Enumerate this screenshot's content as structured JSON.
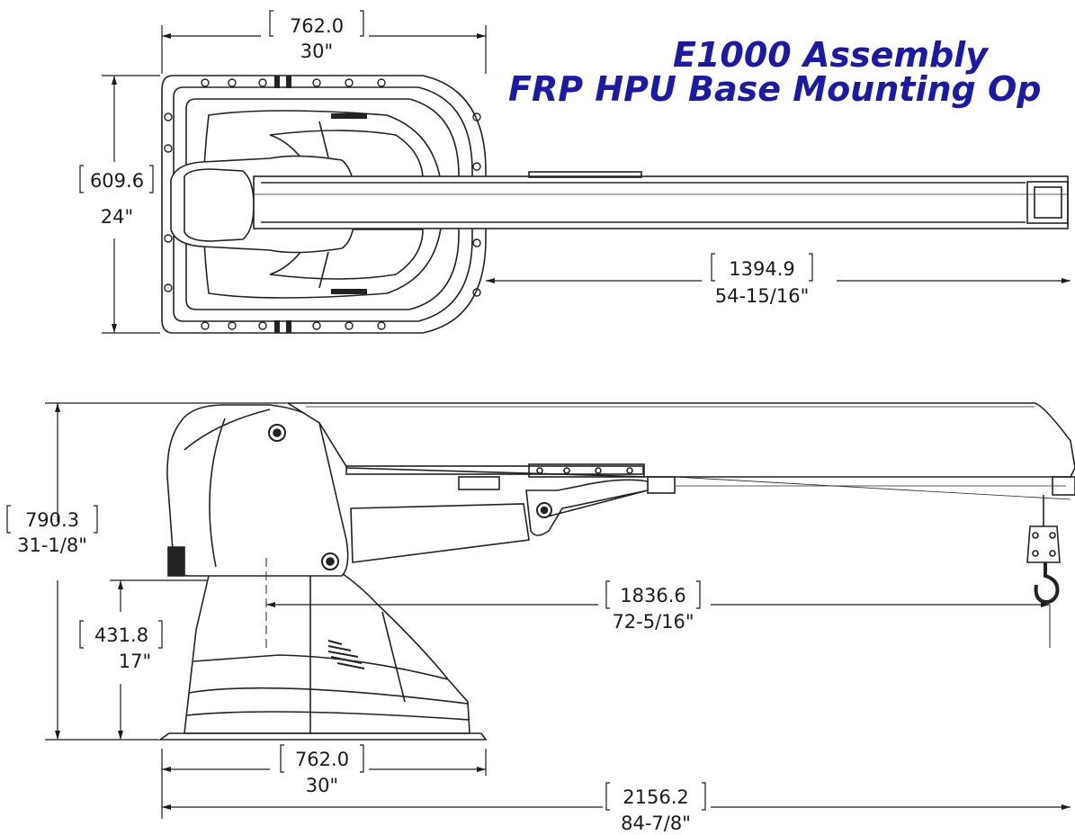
{
  "title": {
    "line1": "E1000 Assembly",
    "line2": "FRP HPU Base Mounting Op"
  },
  "colors": {
    "title": "#1a1aa6",
    "line": "#1a1a1a",
    "outline": "#222222"
  },
  "top_view": {
    "width": {
      "mm": "762.0",
      "in": "30\""
    },
    "height": {
      "mm": "609.6",
      "in": "24\""
    },
    "boom_reach": {
      "mm": "1394.9",
      "in": "54-15/16\""
    }
  },
  "side_view": {
    "overall_height": {
      "mm": "790.3",
      "in": "31-1/8\""
    },
    "base_height": {
      "mm": "431.8",
      "in": "17\""
    },
    "hook_reach": {
      "mm": "1836.6",
      "in": "72-5/16\""
    },
    "base_width": {
      "mm": "762.0",
      "in": "30\""
    },
    "overall_length": {
      "mm": "2156.2",
      "in": "84-7/8\""
    }
  }
}
